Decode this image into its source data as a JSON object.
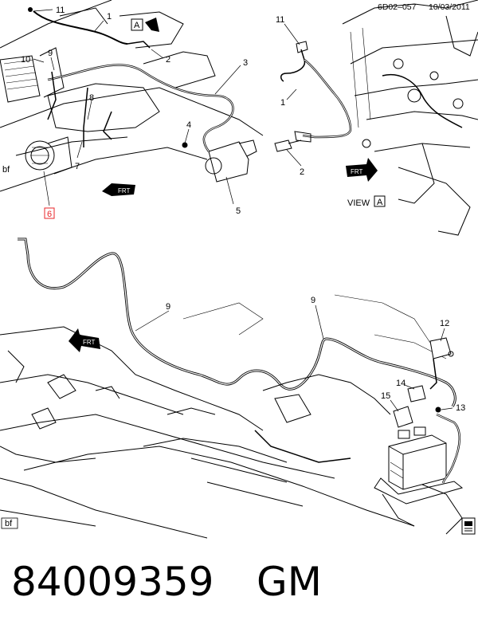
{
  "header": {
    "diagram_code": "6D02–057",
    "date": "10/03/2011"
  },
  "view_label": "VIEW",
  "view_letter": "A",
  "front_label": "FRT",
  "corner_tag": "bf",
  "highlight_color": "#e8262a",
  "callouts_top_left": [
    "1",
    "2",
    "3",
    "4",
    "5",
    "6",
    "7",
    "8",
    "9",
    "10",
    "11"
  ],
  "callouts_top_right": [
    "11",
    "1",
    "2"
  ],
  "callouts_bottom": [
    "9",
    "9",
    "12",
    "13",
    "14",
    "15"
  ],
  "footer": {
    "part_number": "84009359",
    "brand": "GM"
  },
  "icons": [
    "front-arrow-icon",
    "view-a-arrow-icon",
    "manual-book-icon"
  ]
}
